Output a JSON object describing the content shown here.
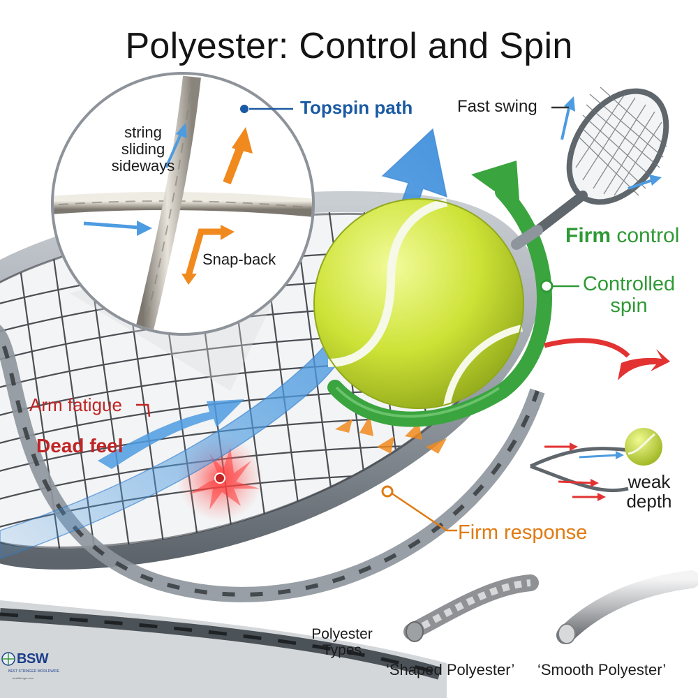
{
  "title": "Polyester: Control and Spin",
  "labels": {
    "topspin_path": "Topspin path",
    "fast_swing": "Fast swing",
    "string_sliding": [
      "string",
      "sliding",
      "sideways"
    ],
    "snap_back": "Snap-back",
    "firm": "Firm",
    "control": "control",
    "controlled_spin": [
      "Controlled",
      "spin"
    ],
    "arm_fatigue": "Arm fatigue",
    "dead_feel": "Dead feel",
    "weak_depth": [
      "weak",
      "depth"
    ],
    "firm_response": "Firm response",
    "polyester_types": [
      "Polyester",
      "Types"
    ],
    "shaped_polyester": "‘Shaped Polyester’",
    "smooth_polyester": "‘Smooth Polyester’"
  },
  "logo": {
    "mark": "BSW",
    "subtitle": "BEST STRINGER WORLDWIDE",
    "url": "bestStringer.com"
  },
  "colors": {
    "topspin_blue": "#1a5aa3",
    "control_green": "#2f9a35",
    "warning_red": "#c02525",
    "response_orange": "#e07a12",
    "ball_yellow": "#d4e83a",
    "frame_gray": "#8e959c"
  },
  "icons": {
    "ball": "tennis-ball-icon",
    "racket": "tennis-racket-icon",
    "string_closeup": "string-magnifier-icon"
  }
}
